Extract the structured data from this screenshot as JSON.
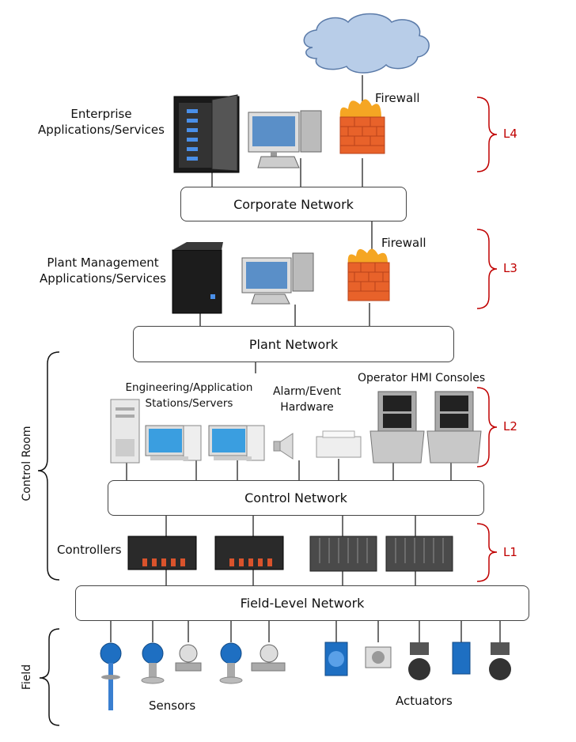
{
  "labels": {
    "enterprise": "Enterprise Applications/Services",
    "plant_mgmt": "Plant Management Applications/Services",
    "firewall_top": "Firewall",
    "firewall_mid": "Firewall",
    "engineering": "Engineering/Application Stations/Servers",
    "alarm": "Alarm/Event Hardware",
    "operator": "Operator HMI Consoles",
    "controllers": "Controllers",
    "sensors": "Sensors",
    "actuators": "Actuators"
  },
  "networks": {
    "corporate": "Corporate Network",
    "plant": "Plant Network",
    "control": "Control Network",
    "field": "Field-Level Network"
  },
  "levels": {
    "l4": "L4",
    "l3": "L3",
    "l2": "L2",
    "l1": "L1"
  },
  "groups": {
    "control_room": "Control Room",
    "field": "Field"
  },
  "colors": {
    "level_red": "#c00000",
    "firewall": "#e8622a",
    "cloud": "#b8cde8"
  }
}
